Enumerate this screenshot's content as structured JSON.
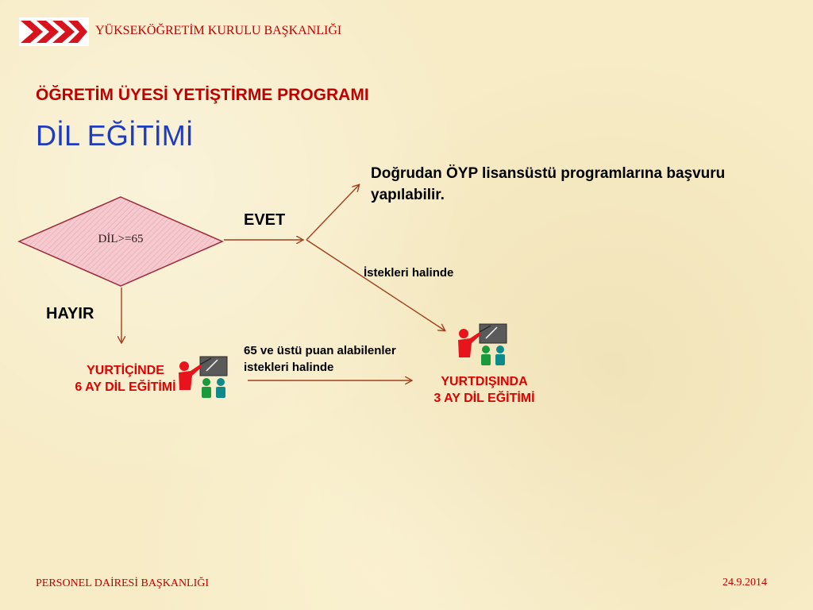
{
  "header": {
    "org_name": "YÜKSEKÖĞRETİM KURULU BAŞKANLIĞI",
    "logo_icon": "yok-logo-icon"
  },
  "slide": {
    "subtitle": "ÖĞRETİM ÜYESİ YETİŞTİRME PROGRAMI",
    "title": "DİL EĞİTİMİ"
  },
  "diagram": {
    "decision": "DİL>=65",
    "yes_label": "EVET",
    "no_label": "HAYIR",
    "direct_result": "Doğrudan ÖYP lisansüstü programlarına başvuru yapılabilir.",
    "on_request": "İstekleri halinde",
    "score_condition": "65 ve üstü puan alabilenler istekleri halinde",
    "domestic_line1": "YURTİÇİNDE",
    "domestic_line2": "6 AY DİL EĞİTİMİ",
    "abroad_line1": "YURTDIŞINDA",
    "abroad_line2": "3 AY DİL EĞİTİMİ"
  },
  "footer": {
    "department": "PERSONEL DAİRESİ BAŞKANLIĞI",
    "date": "24.9.2014"
  },
  "colors": {
    "red": "#c00000",
    "blue": "#1f3bbf",
    "arrow": "#a0401e",
    "diamond_fill": "#f6c9cf",
    "diamond_stroke": "#9a2c3a"
  }
}
